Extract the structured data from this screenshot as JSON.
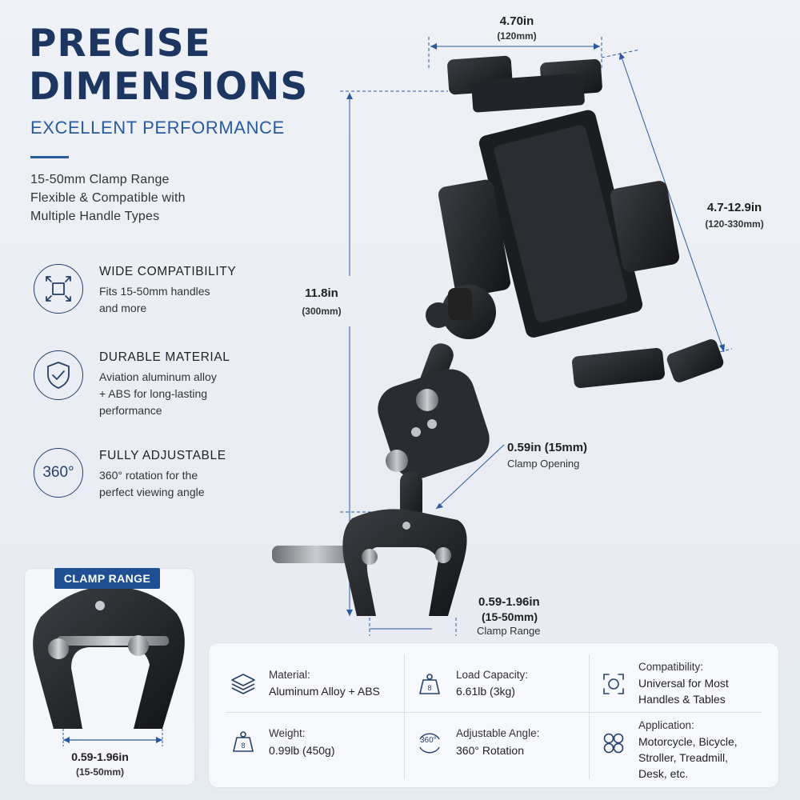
{
  "header": {
    "title": "PRECISE\nDIMENSIONS",
    "subtitle": "EXCELLENT PERFORMANCE",
    "intro": "15-50mm Clamp Range\nFlexible & Compatible with\nMultiple Handle Types"
  },
  "features": [
    {
      "icon": "arrows-expand-icon",
      "title": "WIDE COMPATIBILITY",
      "desc": "Fits 15-50mm handles\nand more"
    },
    {
      "icon": "shield-check-icon",
      "title": "DURABLE MATERIAL",
      "desc": "Aviation aluminum alloy\n+ ABS for long-lasting\nperformance"
    },
    {
      "icon": "rotate-360-icon",
      "title": "FULLY ADJUSTABLE",
      "desc": "360° rotation for the\nperfect viewing angle",
      "icon_text": "360°"
    }
  ],
  "dimensions": {
    "width": {
      "main": "4.70in",
      "sub": "(120mm)"
    },
    "height": {
      "main": "11.8in",
      "sub": "(300mm)"
    },
    "holder": {
      "main": "4.7-12.9in",
      "sub": "(120-330mm)"
    },
    "clamp_opening": {
      "main": "0.59in (15mm)",
      "caption": "Clamp Opening"
    },
    "clamp_range": {
      "main": "0.59-1.96in",
      "sub": "(15-50mm)",
      "caption": "Clamp Range"
    }
  },
  "clamp_card": {
    "tag": "CLAMP RANGE",
    "main": "0.59-1.96in",
    "sub": "(15-50mm)"
  },
  "specs": [
    {
      "icon": "layers-icon",
      "label": "Material:",
      "value": "Aluminum Alloy + ABS"
    },
    {
      "icon": "weight-icon",
      "label": "Load Capacity:",
      "value": "6.61lb (3kg)"
    },
    {
      "icon": "scan-frame-icon",
      "label": "Compatibility:",
      "value": "Universal for Most\nHandles & Tables"
    },
    {
      "icon": "weight-icon",
      "label": "Weight:",
      "value": "0.99lb (450g)"
    },
    {
      "icon": "rotate-360-icon",
      "label": "Adjustable Angle:",
      "value": "360° Rotation",
      "icon_text": "360°"
    },
    {
      "icon": "grid-circles-icon",
      "label": "Application:",
      "value": "Motorcycle, Bicycle,\nStroller, Treadmill,\nDesk, etc."
    }
  ],
  "colors": {
    "navy": "#1d3661",
    "accent": "#2a5a9e",
    "tag": "#1f4f93",
    "dim_line": "#2a5a9e"
  }
}
